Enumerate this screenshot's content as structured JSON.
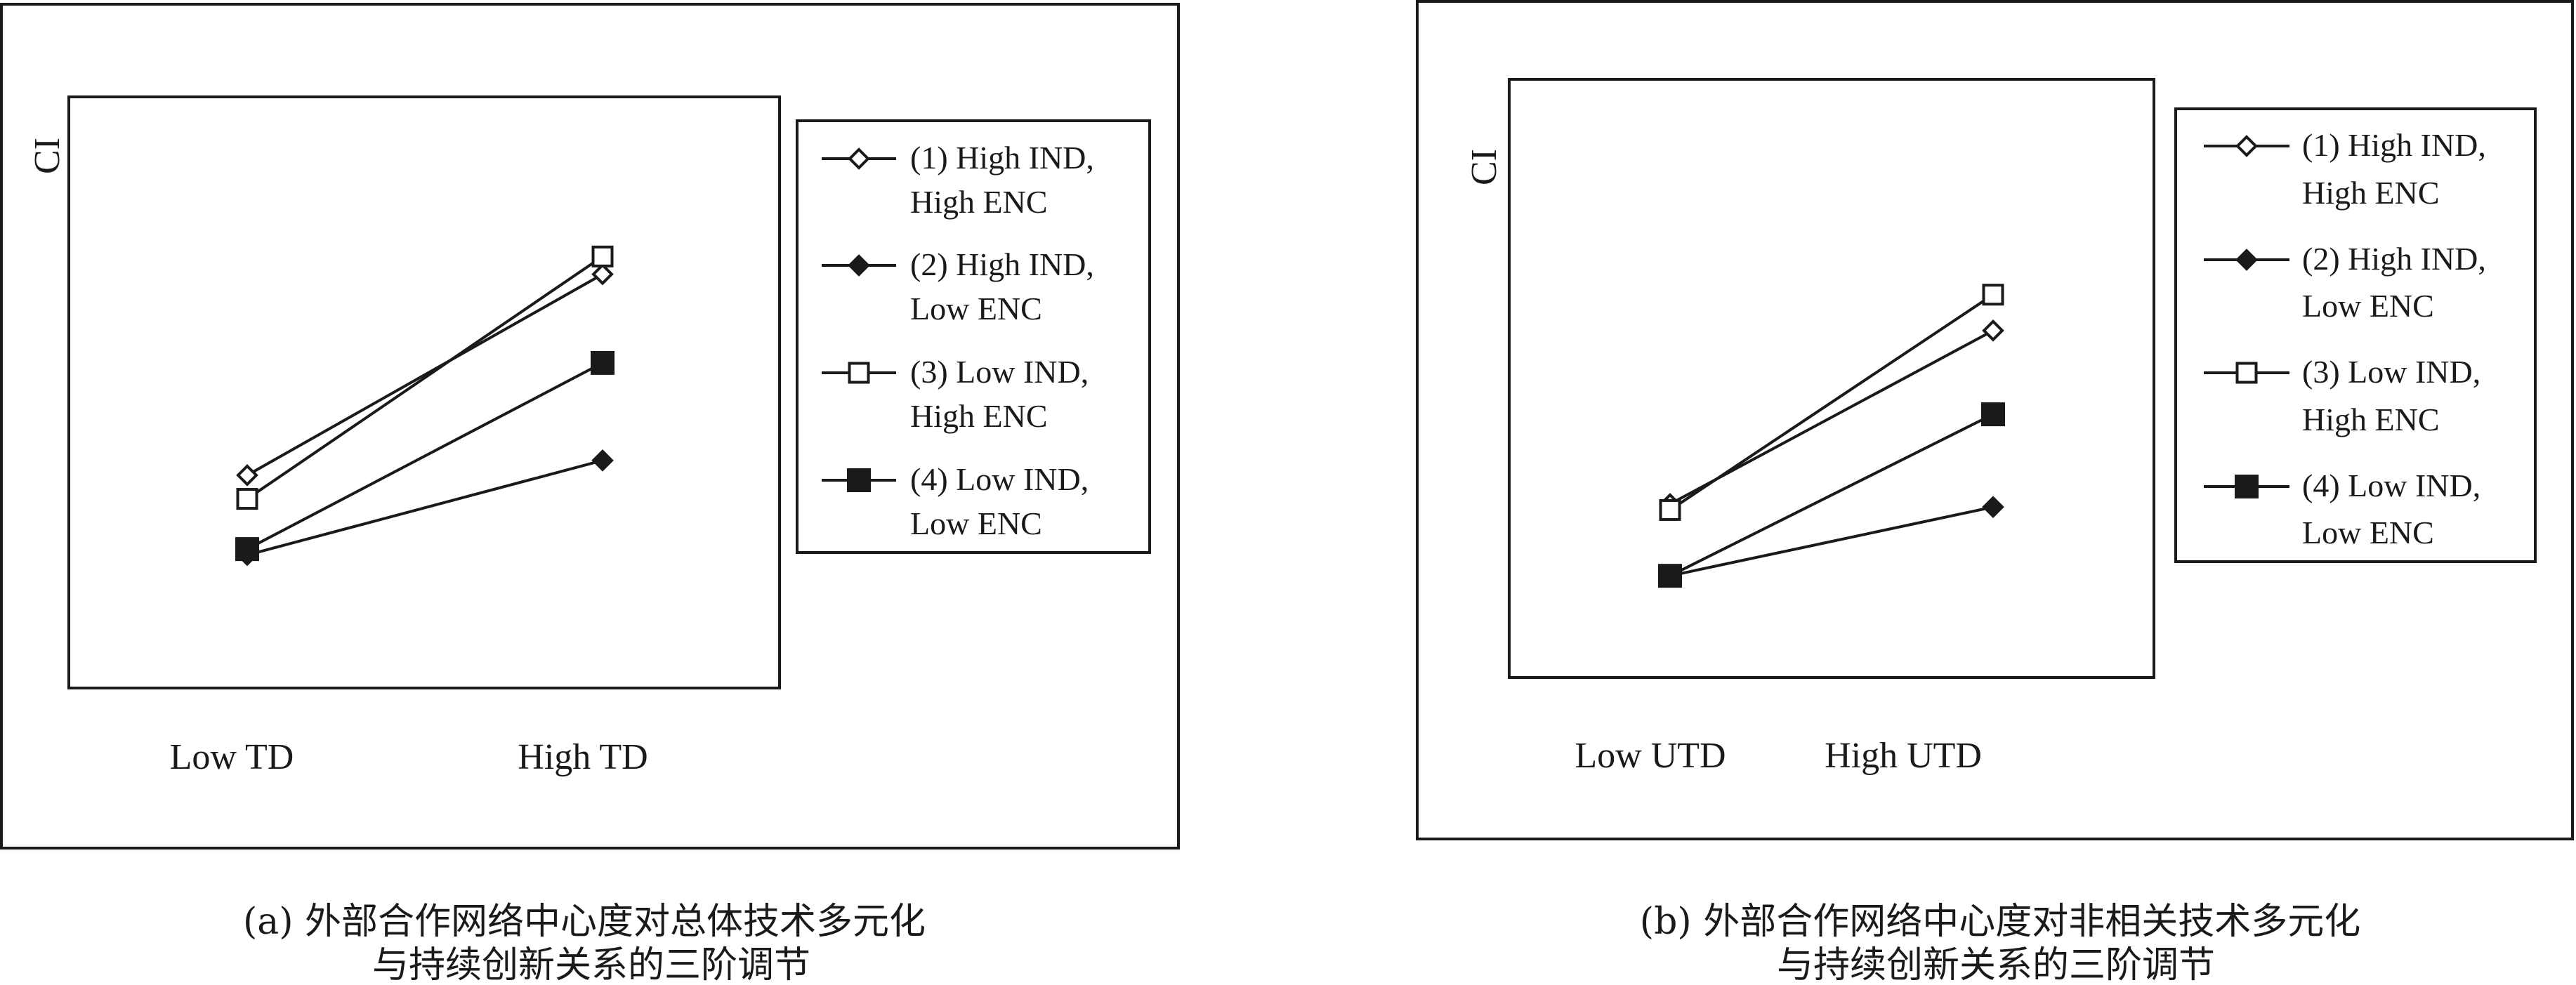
{
  "chart_data": [
    {
      "type": "line",
      "ylabel": "CI",
      "categories": [
        "Low TD",
        "High TD"
      ],
      "series": [
        {
          "name_line1": "(1) High IND,",
          "name_line2": "High ENC",
          "marker": "diamond-open",
          "values": [
            3.6,
            7.0
          ]
        },
        {
          "name_line1": "(2) High IND,",
          "name_line2": "Low ENC",
          "marker": "diamond-filled",
          "values": [
            2.25,
            3.85
          ]
        },
        {
          "name_line1": "(3) Low IND,",
          "name_line2": "High ENC",
          "marker": "square-open",
          "values": [
            3.2,
            7.3
          ]
        },
        {
          "name_line1": "(4) Low IND,",
          "name_line2": "Low ENC",
          "marker": "square-filled",
          "values": [
            2.35,
            5.5
          ]
        }
      ],
      "ylim": [
        0,
        10
      ],
      "grid": false,
      "legend": "right",
      "caption_line1": "(a) 外部合作网络中心度对总体技术多元化",
      "caption_line2": "与持续创新关系的三阶调节"
    },
    {
      "type": "line",
      "ylabel": "CI",
      "categories": [
        "Low UTD",
        "High UTD"
      ],
      "series": [
        {
          "name_line1": "(1) High IND,",
          "name_line2": "High ENC",
          "marker": "diamond-open",
          "values": [
            2.9,
            5.8
          ]
        },
        {
          "name_line1": "(2) High IND,",
          "name_line2": "Low ENC",
          "marker": "diamond-filled",
          "values": [
            1.7,
            2.85
          ]
        },
        {
          "name_line1": "(3) Low IND,",
          "name_line2": "High ENC",
          "marker": "square-open",
          "values": [
            2.8,
            6.4
          ]
        },
        {
          "name_line1": "(4) Low IND,",
          "name_line2": "Low ENC",
          "marker": "square-filled",
          "values": [
            1.7,
            4.4
          ]
        }
      ],
      "ylim": [
        0,
        10
      ],
      "grid": false,
      "legend": "right",
      "caption_line1": "(b) 外部合作网络中心度对非相关技术多元化",
      "caption_line2": "与持续创新关系的三阶调节"
    }
  ]
}
